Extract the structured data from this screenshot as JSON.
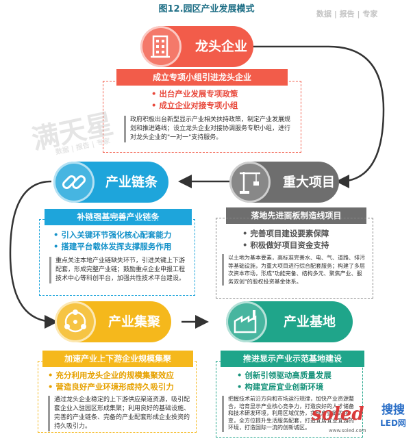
{
  "title": "图12.园区产业发展模式",
  "watermark": {
    "top_right": "数据 | 报告 | 专家",
    "brand": "满天星",
    "brand_sub": "数据 | 报告 | 专家",
    "corner_logo": "soled",
    "corner_logo_sub": "www.soled.com",
    "corner_site": "搜搜",
    "corner_site_sub": "LED网"
  },
  "stages": [
    {
      "name": "龙头企业",
      "icon": "building-icon",
      "color": "#f25c4a",
      "headline": "成立专项小组引进龙头企业",
      "bullets": [
        "出台产业发展专项政策",
        "成立企业对接专项小组"
      ],
      "description": "政府积极出台新型显示产业相关扶持政策，制定产业发展规划和推进路线；设立龙头企业对接协调服务专职小组，进行对龙头企业的\"一对一\"支持服务。"
    },
    {
      "name": "重大项目",
      "icon": "crane-icon",
      "color": "#6e6e6e",
      "headline": "落地先进面板制造线项目",
      "bullets": [
        "完善项目建设要素保障",
        "积极做好项目资金支持"
      ],
      "description": "以土地为基本要素，高标准完善水、电、气、道路、排污等基础设施，为重大项目进行综合配套服务；构建了多层次资本市场，形成\"功能完备、结构多元、聚焦产业、服务双创\"的股权投资基金体系。"
    },
    {
      "name": "产业链条",
      "icon": "link-icon",
      "color": "#1ea5db",
      "headline": "补链强基完善产业链条",
      "bullets": [
        "引入关键环节强化核心配套能力",
        "搭建平台载体发挥支撑服务作用"
      ],
      "description": "重点关注本地产业链缺失环节，引进关键上下游配套，形成完整产业链；鼓励重点企业申报工程技术中心等科创平台，加强共性技术平台建设。"
    },
    {
      "name": "产业集聚",
      "icon": "network-icon",
      "color": "#f5b81c",
      "headline": "加速产业上下游企业规模集聚",
      "bullets": [
        "充分利用龙头企业的规模集聚效应",
        "营造良好产业环境形成持久吸引力"
      ],
      "description": "通过龙头企业稳定的上下游供应渠道资源，吸引配套企业入驻园区形成集聚；利用良好的基础设施、完善的产业链条、完备的产业配套形成企业投资的持久吸引力。"
    },
    {
      "name": "产业基地",
      "icon": "factory-icon",
      "color": "#1fa58a",
      "headline": "推进显示产业示范基地建设",
      "bullets": [
        "创新引领驱动高质量发展",
        "构建宜居宜业创新环境"
      ],
      "description": "把握技术前沿方向和市场运行规律，加快产业资源整合，培育显示产业核心竞争力，打造良好的人才储备和技术研发环境，利用区域优势，实现产业链的转变，全方位提升生活服务配套，打造宜居宜业宜游的环境，打造国际一流的创新城区。"
    }
  ]
}
